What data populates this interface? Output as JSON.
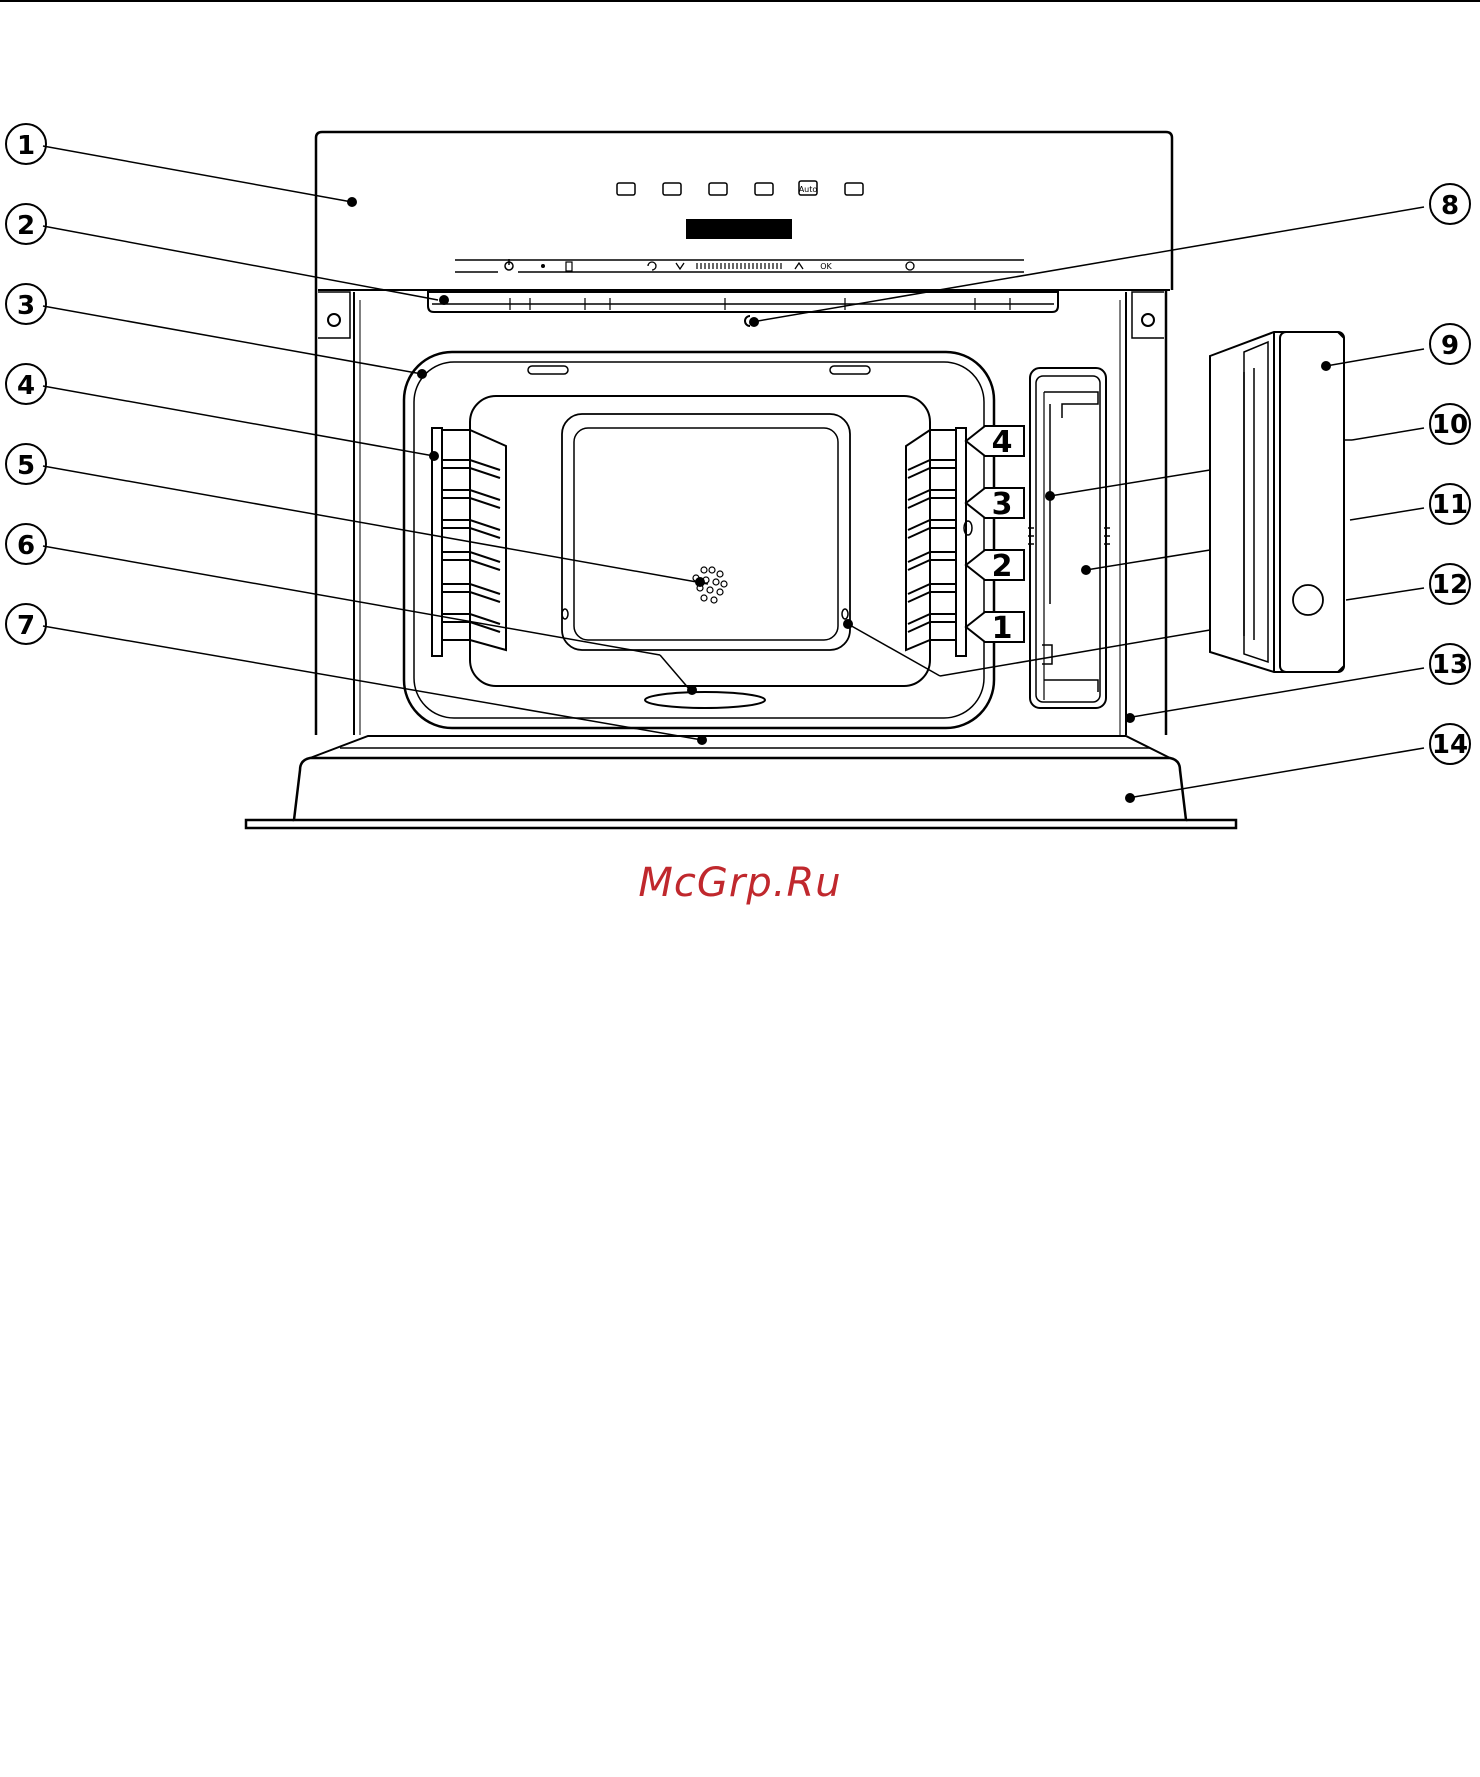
{
  "callouts": [
    {
      "num": "1",
      "target": "control-panel"
    },
    {
      "num": "2",
      "target": "door-seal-strip"
    },
    {
      "num": "3",
      "target": "cavity-seal"
    },
    {
      "num": "4",
      "target": "left-side-runners"
    },
    {
      "num": "5",
      "target": "steam-inlet"
    },
    {
      "num": "6",
      "target": "floor-heater"
    },
    {
      "num": "7",
      "target": "cavity-floor"
    },
    {
      "num": "8",
      "target": "door-lock"
    },
    {
      "num": "9",
      "target": "water-container"
    },
    {
      "num": "10",
      "target": "container-lid"
    },
    {
      "num": "11",
      "target": "container-compartment"
    },
    {
      "num": "12",
      "target": "container-drain"
    },
    {
      "num": "13",
      "target": "front-frame"
    },
    {
      "num": "14",
      "target": "oven-door"
    }
  ],
  "shelf_levels": [
    "4",
    "3",
    "2",
    "1"
  ],
  "panel": {
    "auto_label": "Auto",
    "ok_label": "OK"
  },
  "watermark": "McGrp.Ru"
}
